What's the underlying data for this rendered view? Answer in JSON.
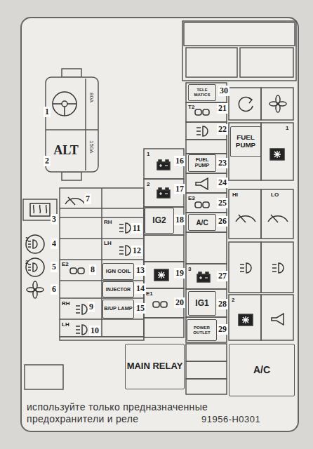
{
  "diagram": {
    "caption": "используйте только предназначенные предохранители и реле",
    "nodes": [
      {
        "text": [
          "ALT"
        ]
      },
      {
        "text": [
          "TELE MATICS"
        ]
      },
      {
        "text": [
          "FUEL PUMP"
        ]
      },
      {
        "text": [
          "FUEL PUMP"
        ]
      },
      {
        "text": [
          "IG2"
        ]
      },
      {
        "text": [
          "A/C"
        ]
      },
      {
        "text": [
          "IGN COIL"
        ]
      },
      {
        "text": [
          "INJECTOR"
        ]
      },
      {
        "text": [
          "B/UP LAMP"
        ]
      },
      {
        "text": [
          "IG1"
        ]
      },
      {
        "text": [
          "POWER OUTLET"
        ]
      },
      {
        "text": [
          "MAIN RELAY"
        ]
      },
      {
        "text": [
          "A/C"
        ]
      }
    ],
    "labels": [
      "1",
      "2",
      "3",
      "4",
      "5",
      "6",
      "7",
      "8",
      "9",
      "10",
      "11",
      "12",
      "13",
      "14",
      "15",
      "16",
      "17",
      "18",
      "19",
      "20",
      "21",
      "22",
      "23",
      "24",
      "25",
      "26",
      "27",
      "28",
      "29",
      "30",
      "HI",
      "LO",
      "RH",
      "LH",
      "RH",
      "LH",
      "E2",
      "E1",
      "E3",
      "T2",
      "1",
      "2",
      "3",
      "1",
      "2",
      "1",
      "2",
      "80A",
      "150A",
      "91956-H0301"
    ]
  }
}
